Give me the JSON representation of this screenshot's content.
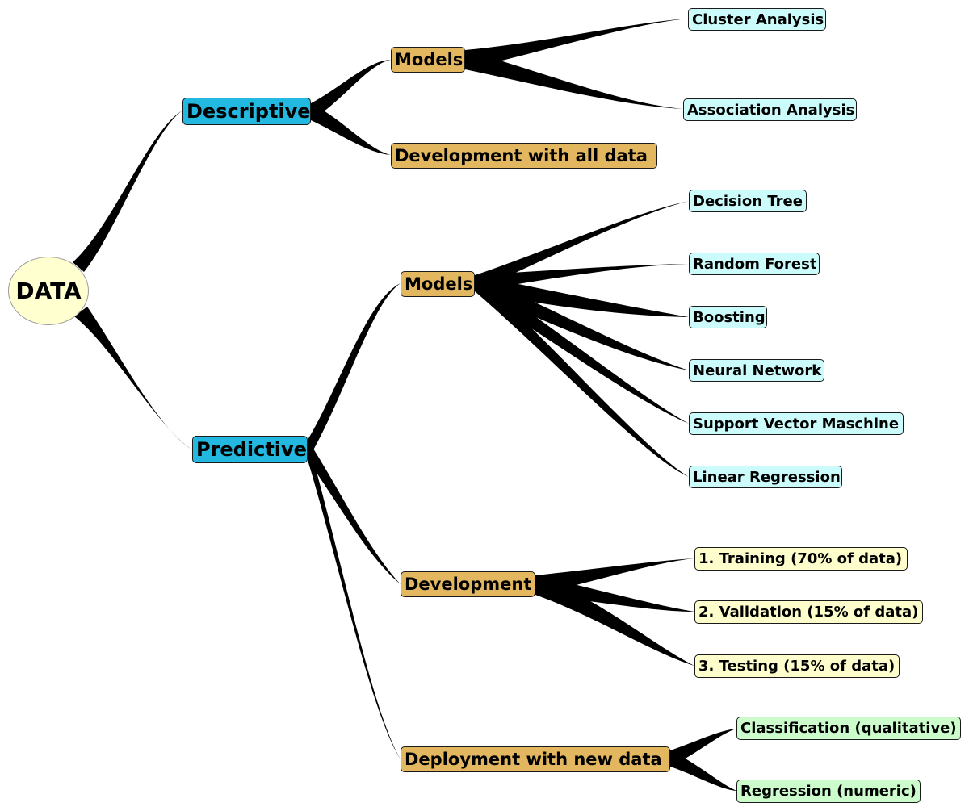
{
  "root": {
    "label": "DATA"
  },
  "descriptive": {
    "label": "Descriptive",
    "models": {
      "label": "Models",
      "items": [
        "Cluster Analysis",
        "Association Analysis"
      ]
    },
    "development": {
      "label": "Development with all data"
    }
  },
  "predictive": {
    "label": "Predictive",
    "models": {
      "label": "Models",
      "items": [
        "Decision Tree",
        "Random Forest",
        "Boosting",
        "Neural Network",
        "Support Vector Maschine",
        "Linear Regression"
      ]
    },
    "development": {
      "label": "Development",
      "items": [
        "1. Training (70% of data)",
        "2. Validation (15% of data)",
        "3. Testing (15% of data)"
      ]
    },
    "deployment": {
      "label": "Deployment with new data",
      "items": [
        "Classification (qualitative)",
        "Regression (numeric)"
      ]
    }
  },
  "colors": {
    "level1": "#22b8e0",
    "level2": "#e3b760",
    "leaf_models": "#ccfbfb",
    "leaf_development": "#fefdcc",
    "leaf_deployment": "#ccfccc",
    "root": "#ffffd0",
    "branch": "#000000"
  }
}
